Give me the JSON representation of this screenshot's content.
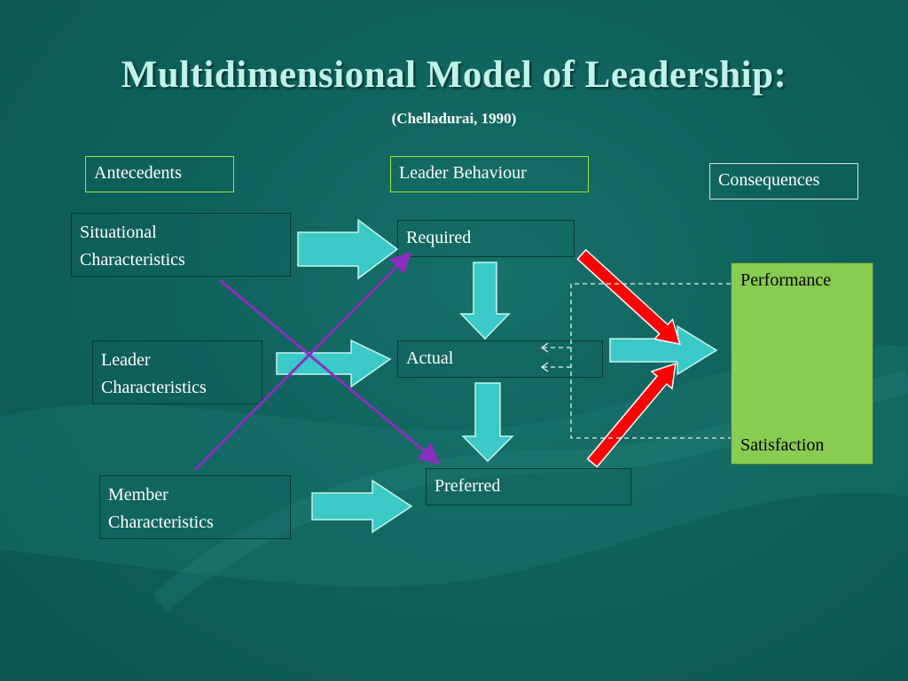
{
  "title": "Multidimensional Model of Leadership:",
  "subtitle": "(Chelladurai, 1990)",
  "headers": {
    "antecedents": "Antecedents",
    "leader_behaviour": "Leader Behaviour",
    "consequences": "Consequences"
  },
  "antecedents": {
    "situational": [
      "Situational",
      "Characteristics"
    ],
    "leader": [
      "Leader",
      "Characteristics"
    ],
    "member": [
      "Member",
      "Characteristics"
    ]
  },
  "behaviours": {
    "required": "Required",
    "actual": "Actual",
    "preferred": "Preferred"
  },
  "consequences": {
    "performance": "Performance",
    "satisfaction": "Satisfaction"
  },
  "colors": {
    "background": "#0f615c",
    "block_arrow": "#39c9c7",
    "red_arrow": "#ff0000",
    "purple_line": "#8a2fc0",
    "outcome_box": "#88cc52",
    "title": "#bff3ea"
  }
}
